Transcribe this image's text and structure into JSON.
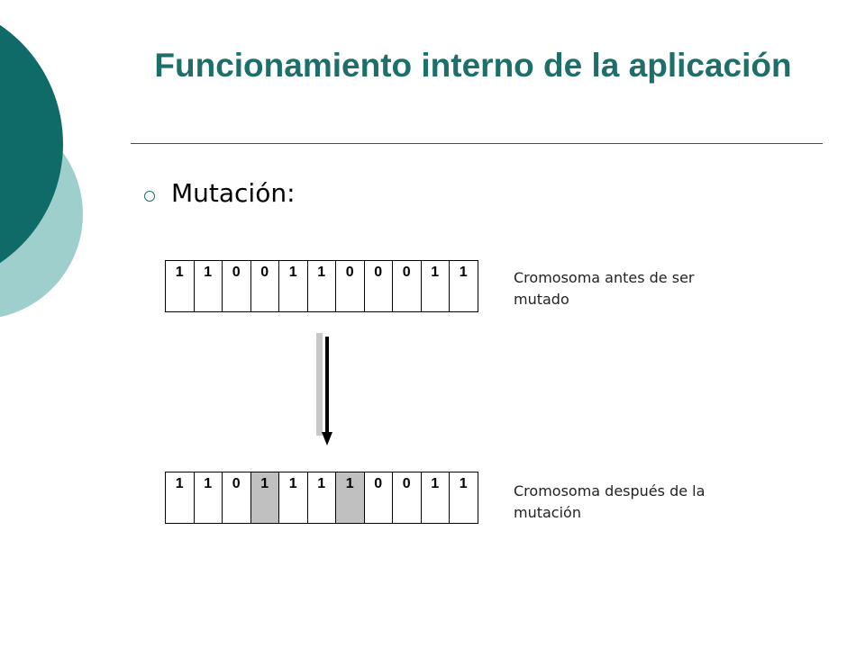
{
  "slide": {
    "title": "Funcionamiento interno de la aplicación",
    "bullet": "Mutación:"
  },
  "chromosome_before": {
    "bits": [
      "1",
      "1",
      "0",
      "0",
      "1",
      "1",
      "0",
      "0",
      "0",
      "1",
      "1"
    ],
    "label": "Cromosoma antes de ser mutado"
  },
  "chromosome_after": {
    "bits": [
      "1",
      "1",
      "0",
      "1",
      "1",
      "1",
      "1",
      "0",
      "0",
      "1",
      "1"
    ],
    "mutated_indices": [
      3,
      6
    ],
    "label": "Cromosoma después de la mutación"
  },
  "colors": {
    "title": "#1e6e6a",
    "deco_dark": "#0f6b67",
    "deco_light": "#9fcfcd",
    "mutated_cell": "#c0c0c0"
  }
}
